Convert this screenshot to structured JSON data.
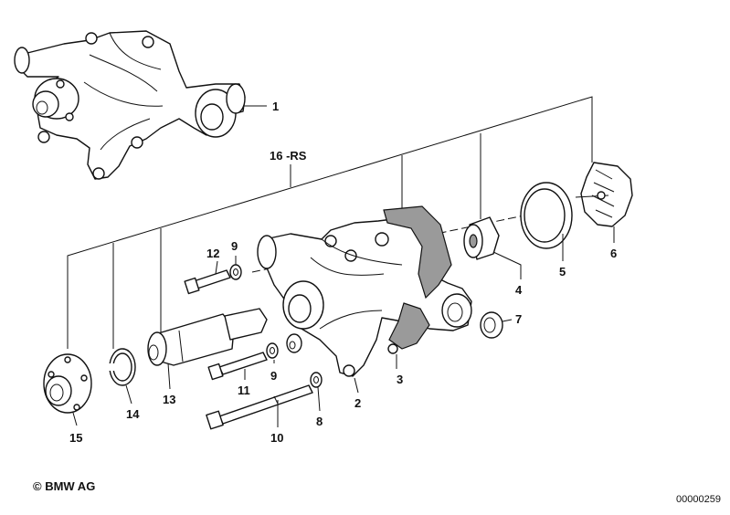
{
  "diagram": {
    "labels": {
      "p1": "1",
      "p2": "2",
      "p3": "3",
      "p4": "4",
      "p5": "5",
      "p6": "6",
      "p7": "7",
      "p8": "8",
      "p9a": "9",
      "p9b": "9",
      "p10": "10",
      "p11": "11",
      "p12": "12",
      "p13": "13",
      "p14": "14",
      "p15": "15",
      "p16": "16 -RS"
    }
  },
  "footer": {
    "copyright": "© BMW AG",
    "doc_number": "00000259"
  }
}
